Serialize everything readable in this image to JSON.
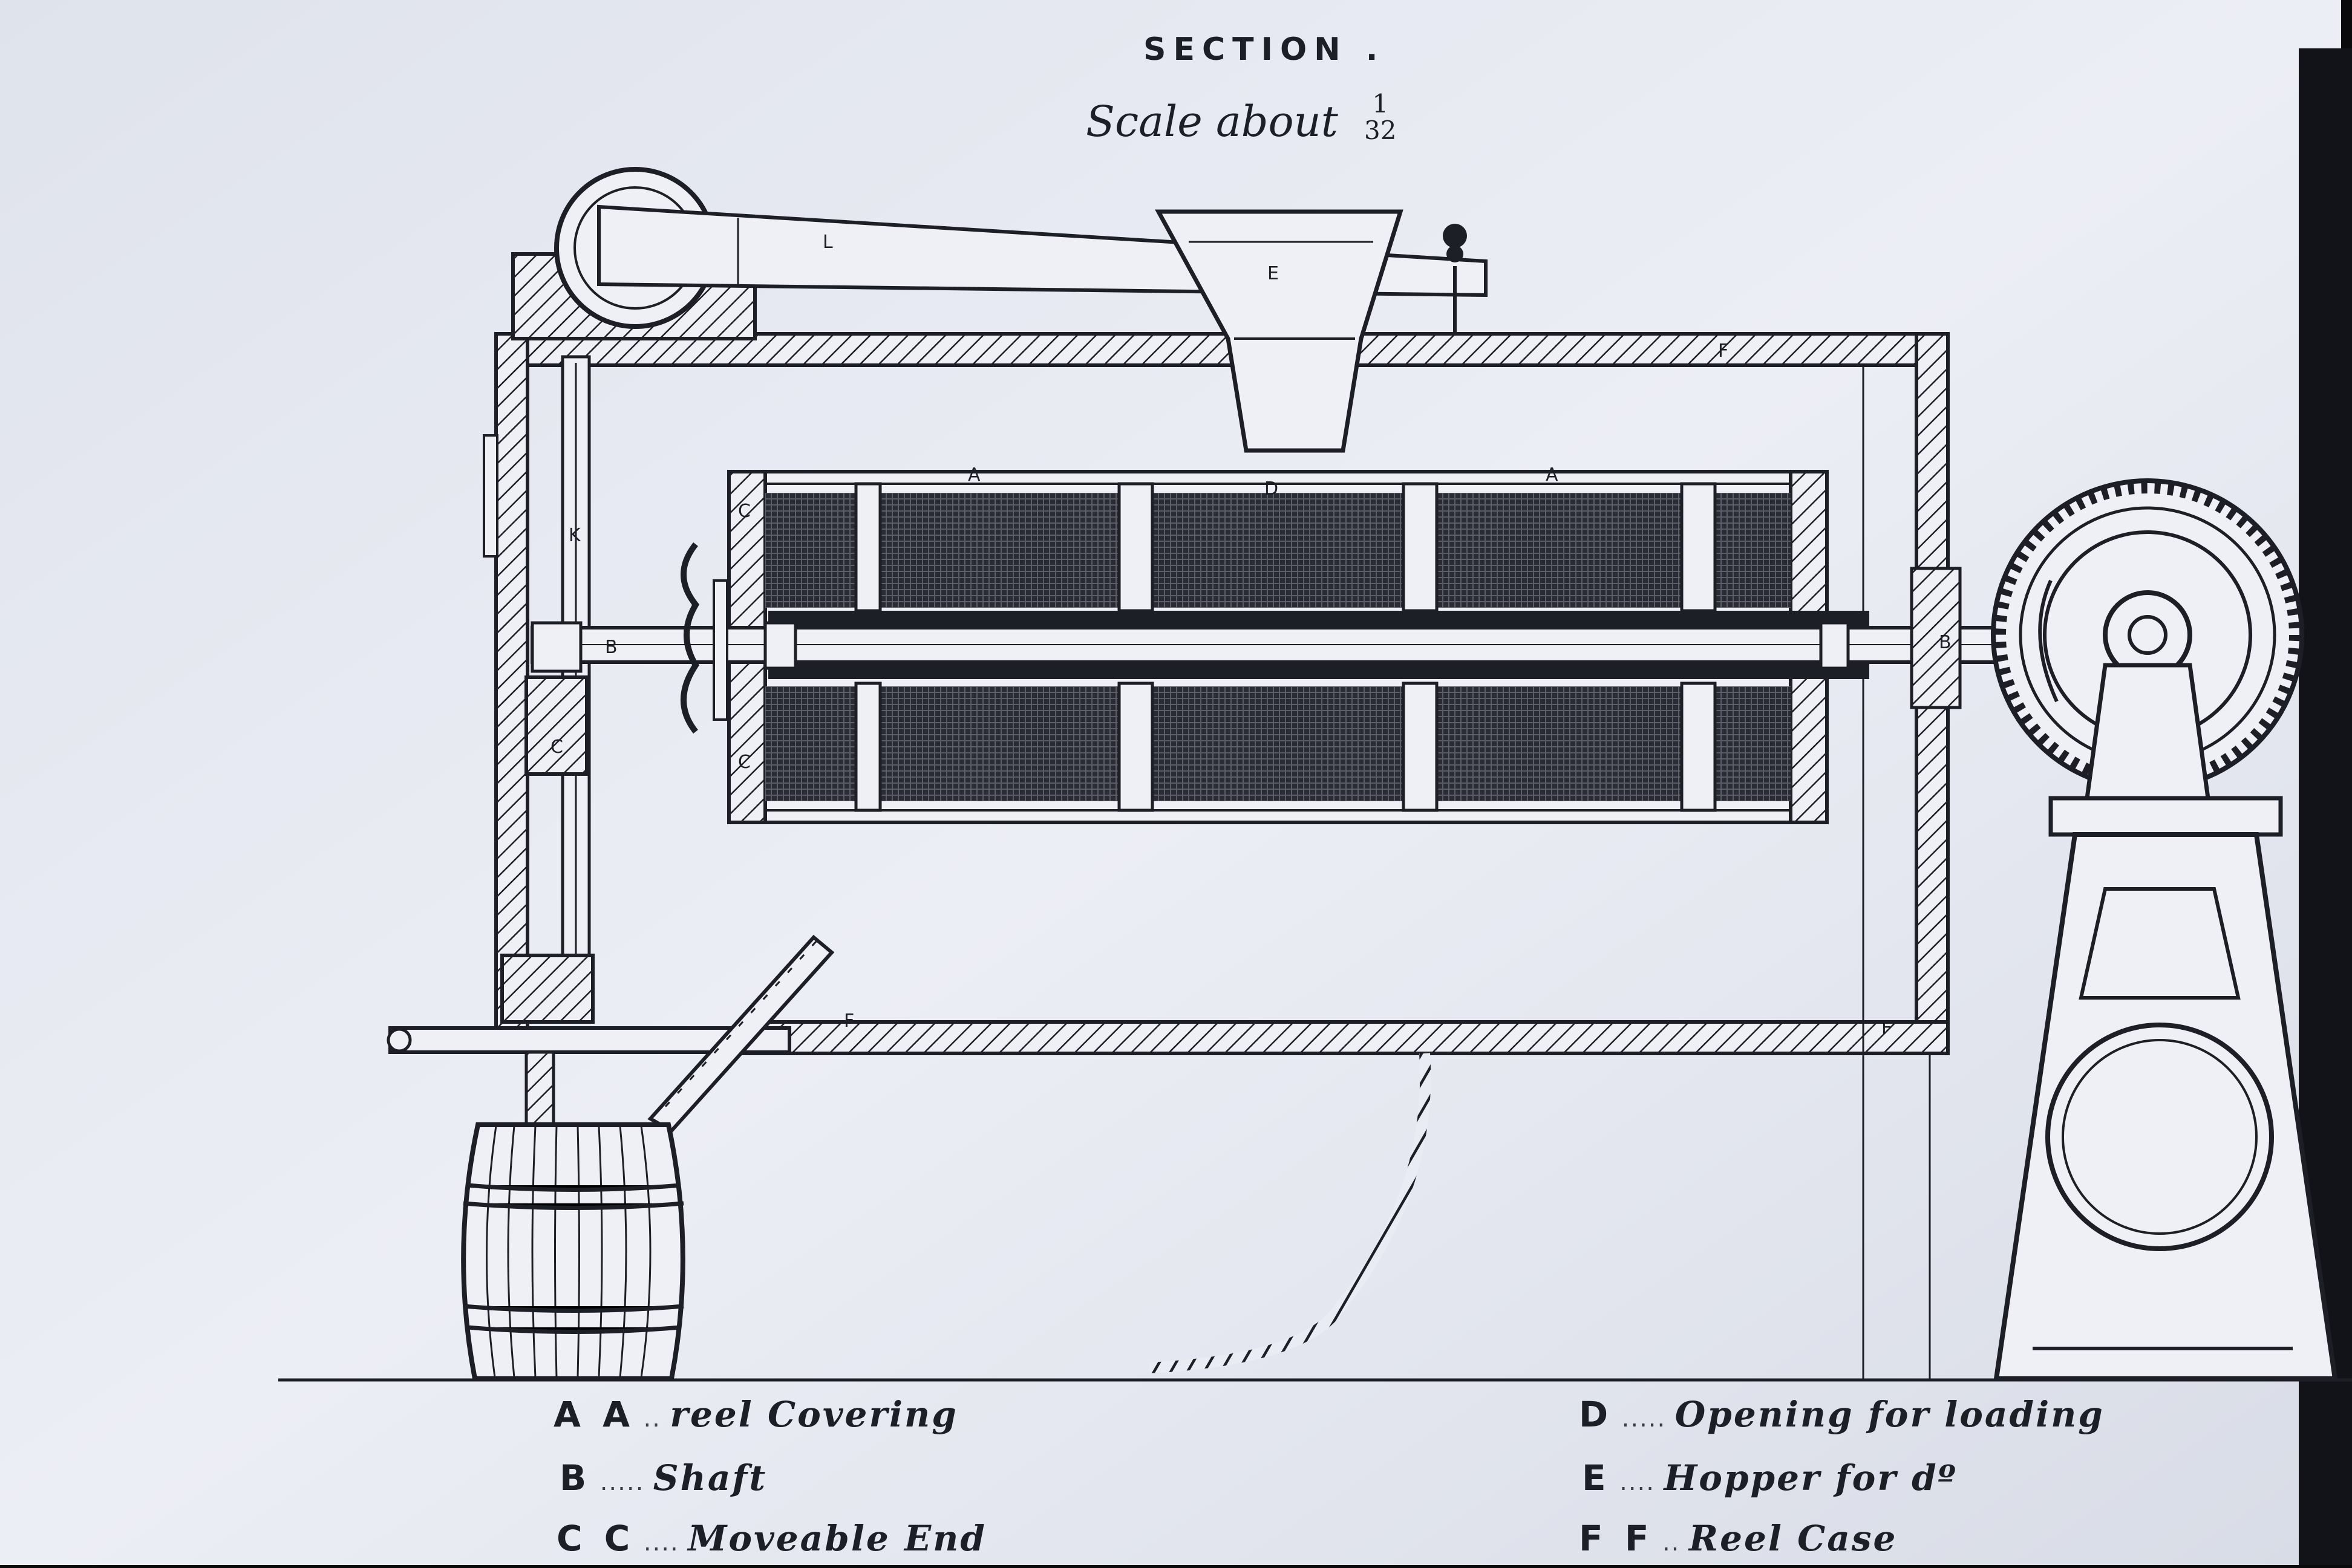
{
  "header": {
    "title": "SECTION .",
    "scale_text": "Scale about",
    "scale_num": "1",
    "scale_den": "32"
  },
  "part_labels": {
    "lever": "L",
    "hopper": "E",
    "reel_left": "A",
    "opening": "D",
    "reel_right": "A",
    "rod": "K",
    "end_upper": "C",
    "end_lower": "C",
    "end_left": "C",
    "shaft_left": "B",
    "shaft_right": "B",
    "case_top": "F",
    "case_bottom_left": "F",
    "case_bottom_right": "F"
  },
  "legend": [
    {
      "key": "A A",
      "dots": "..",
      "text": "reel   Covering"
    },
    {
      "key": "B",
      "dots": ".....",
      "text": "Shaft"
    },
    {
      "key": "C C",
      "dots": "....",
      "text": "Moveable End"
    },
    {
      "key": "D",
      "dots": ".....",
      "text": "Opening for loading"
    },
    {
      "key": "E",
      "dots": "....",
      "text": "Hopper for dº"
    },
    {
      "key": "F F",
      "dots": "..",
      "text": "Reel  Case"
    }
  ],
  "colors": {
    "paper": "#e9ecf3",
    "ink": "#1d1f26",
    "screen_edge": "#0a0a0c"
  }
}
